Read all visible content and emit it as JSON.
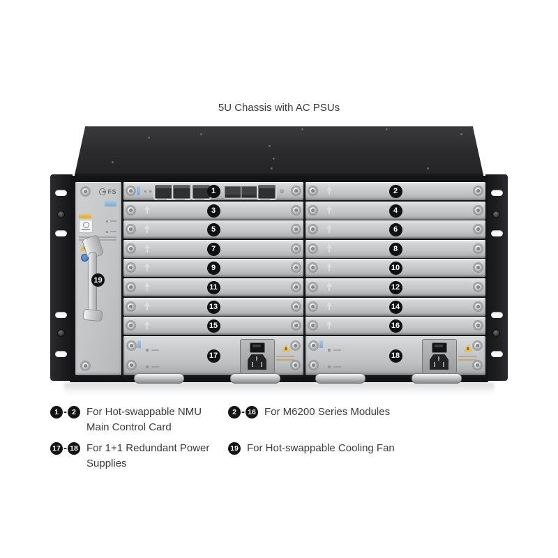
{
  "title": "5U Chassis with AC PSUs",
  "brand": {
    "logo": "FS"
  },
  "chassis": {
    "nmu_callout": "1",
    "fan_callout": "19",
    "left_slot_callouts": [
      "3",
      "5",
      "7",
      "9",
      "11",
      "13",
      "15"
    ],
    "right_slot_callouts": [
      "2",
      "4",
      "6",
      "8",
      "10",
      "12",
      "14",
      "16"
    ],
    "psu_left_callout": "17",
    "psu_right_callout": "18"
  },
  "legend": {
    "separator": "-",
    "items": [
      {
        "from": "1",
        "to": "2",
        "label": "For Hot-swappable NMU Main Control Card"
      },
      {
        "from": "2",
        "to": "16",
        "label": "For M6200 Series Modules"
      },
      {
        "from": "17",
        "to": "18",
        "label": "For 1+1 Redundant Power Supplies"
      },
      {
        "from": "19",
        "label": "For Hot-swappable Cooling Fan"
      }
    ]
  },
  "colors": {
    "callout_bg": "#111111",
    "callout_text": "#ffffff",
    "chassis_dark": "#1b1b1d",
    "panel_gray": "#c6c7c9",
    "label_blue": "#8fb3d9",
    "warning_yellow": "#e9ba3e",
    "text": "#3b3b3b"
  }
}
